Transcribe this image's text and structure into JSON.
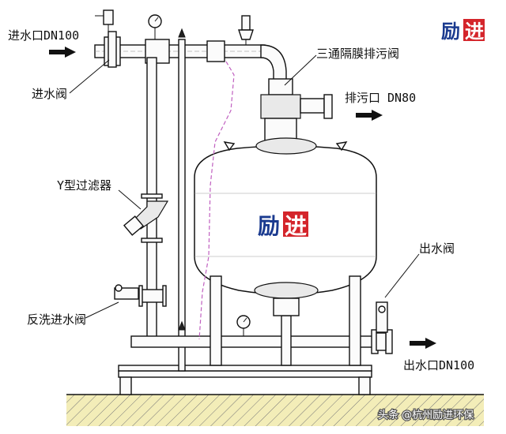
{
  "labels": {
    "inlet": "进水口DN100",
    "inlet_valve": "进水阀",
    "three_way_valve": "三通隔膜排污阀",
    "drain": "排污口 DN80",
    "y_filter": "Y型过滤器",
    "outlet_valve": "出水阀",
    "backwash_valve": "反洗进水阀",
    "outlet": "出水口DN100"
  },
  "brand": {
    "mark_left": "励",
    "mark_right": "进",
    "left_color": "#1a3a8f",
    "right_color": "#d4252b"
  },
  "watermark": "头条 @杭州励进环保",
  "colors": {
    "line": "#111111",
    "dashed_line": "#c060c0",
    "ground_hatch": "#f3edb8"
  }
}
